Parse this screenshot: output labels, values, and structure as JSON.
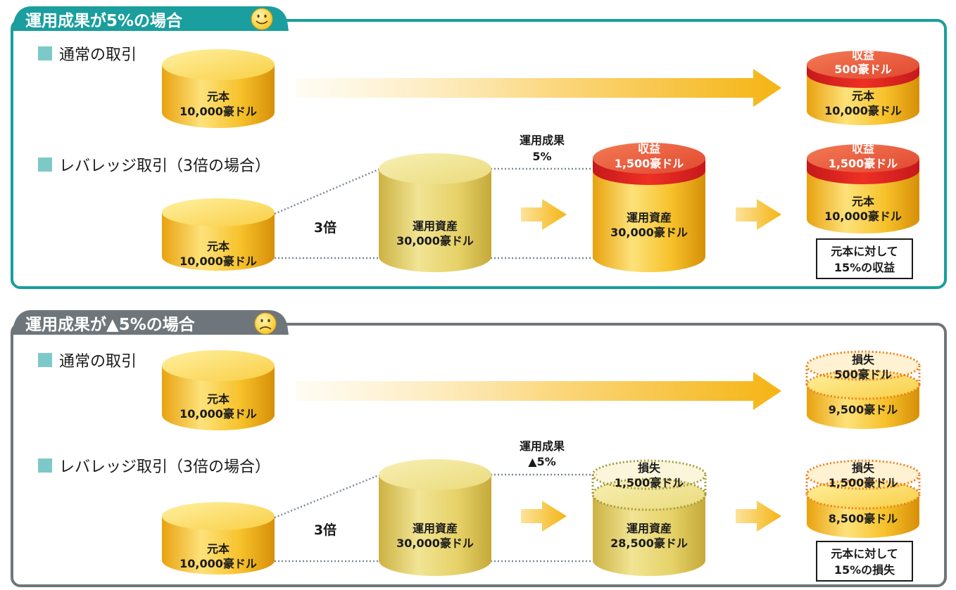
{
  "sections": [
    {
      "title": "運用成果が5%の場合",
      "face": "smile-icon",
      "normal": {
        "label": "通常の取引",
        "principal": {
          "title": "元本",
          "amount": "10,000豪ドル"
        },
        "result_top": {
          "title": "収益",
          "amount": "500豪ドル"
        },
        "result_body": {
          "title": "元本",
          "amount": "10,000豪ドル"
        }
      },
      "leverage": {
        "label": "レバレッジ取引（3倍の場合）",
        "principal": {
          "title": "元本",
          "amount": "10,000豪ドル"
        },
        "multiplier": "3倍",
        "assets": {
          "title": "運用資産",
          "amount": "30,000豪ドル"
        },
        "perf_title": "運用成果",
        "perf_value": "5%",
        "mid_top": {
          "title": "収益",
          "amount": "1,500豪ドル"
        },
        "mid_body": {
          "title": "運用資産",
          "amount": "30,000豪ドル"
        },
        "right_top": {
          "title": "収益",
          "amount": "1,500豪ドル"
        },
        "right_body": {
          "title": "元本",
          "amount": "10,000豪ドル"
        },
        "note_line1": "元本に対して",
        "note_line2": "15%の収益"
      }
    },
    {
      "title": "運用成果が▲5%の場合",
      "face": "frown-icon",
      "normal": {
        "label": "通常の取引",
        "principal": {
          "title": "元本",
          "amount": "10,000豪ドル"
        },
        "result_top": {
          "title": "損失",
          "amount": "500豪ドル"
        },
        "result_body": {
          "title": "",
          "amount": "9,500豪ドル"
        }
      },
      "leverage": {
        "label": "レバレッジ取引（3倍の場合）",
        "principal": {
          "title": "元本",
          "amount": "10,000豪ドル"
        },
        "multiplier": "3倍",
        "assets": {
          "title": "運用資産",
          "amount": "30,000豪ドル"
        },
        "perf_title": "運用成果",
        "perf_value": "▲5%",
        "mid_top": {
          "title": "損失",
          "amount": "1,500豪ドル"
        },
        "mid_body": {
          "title": "運用資産",
          "amount": "28,500豪ドル"
        },
        "right_top": {
          "title": "損失",
          "amount": "1,500豪ドル"
        },
        "right_body": {
          "title": "",
          "amount": "8,500豪ドル"
        },
        "note_line1": "元本に対して",
        "note_line2": "15%の損失"
      }
    }
  ],
  "colors": {
    "profit_border": "#1a9e9e",
    "loss_border": "#6f767b",
    "bullet": "#7cc9c8",
    "gold": "#f7c12a",
    "pale_gold": "#e8d265",
    "profit_red": "#e6533a",
    "dotted_line": "#7c8a96"
  }
}
